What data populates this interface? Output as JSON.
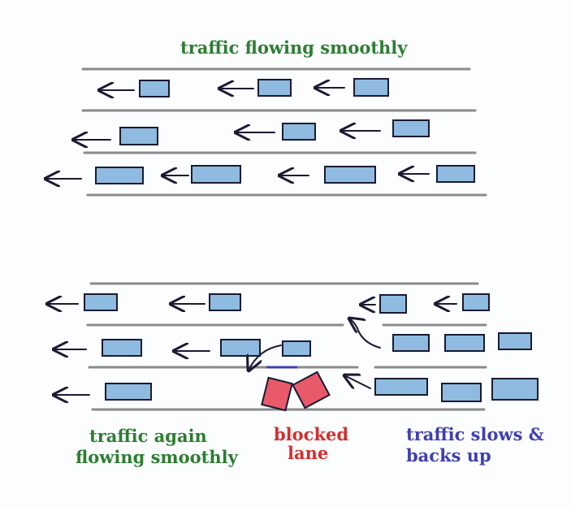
{
  "labels": {
    "top": "traffic flowing smoothly",
    "again_line1": "traffic again",
    "again_line2": "flowing smoothly",
    "blocked_line1": "blocked",
    "blocked_line2": "lane",
    "slows_line1": "traffic slows &",
    "slows_line2": "backs up"
  },
  "colors": {
    "smooth_text": "#2e7d32",
    "blocked_text": "#d32f2f",
    "slows_text": "#3f3fb0",
    "car_fill": "#8fbbe0",
    "blocked_car_fill": "#e85a6a",
    "road_lines": "#8a8a8a"
  }
}
